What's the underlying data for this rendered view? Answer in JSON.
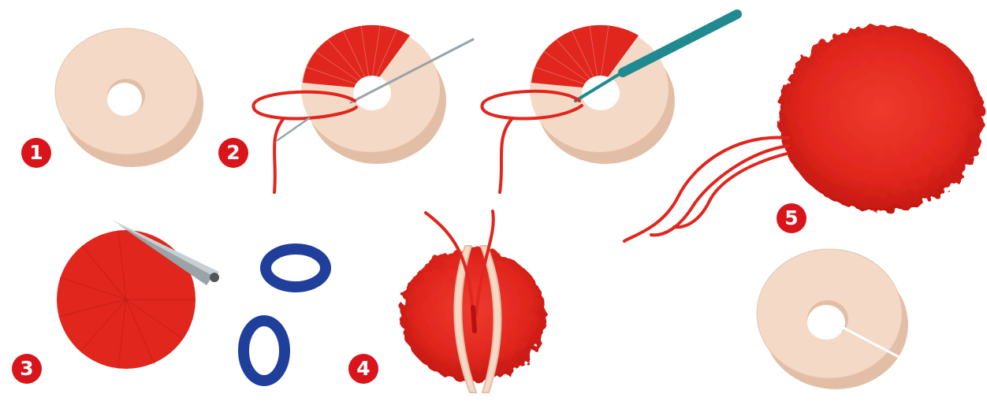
{
  "colors": {
    "disc": "#f4d9c6",
    "disc_edge": "#e2bea6",
    "yarn": "#e0261d",
    "yarn_dark": "#b3140f",
    "badge": "#d9141b",
    "scissors_handle": "#1f3f9a",
    "crochet_hook": "#1f8a8f",
    "needle": "#9aa3a8"
  },
  "steps": [
    {
      "number": "1",
      "label": "",
      "icon": "cardboard-rings-icon"
    },
    {
      "number": "2",
      "label": "",
      "icon": "wrap-yarn-needle-icon"
    },
    {
      "number": "3",
      "label": "",
      "icon": "scissors-cut-icon"
    },
    {
      "number": "4",
      "label": "",
      "icon": "tie-center-icon"
    },
    {
      "number": "5",
      "label": "",
      "icon": "finished-pompom-icon"
    }
  ],
  "extras": {
    "crochet_variant_icon": "crochet-hook-wrap-icon",
    "slit_ring_icon": "slit-cardboard-ring-icon"
  }
}
